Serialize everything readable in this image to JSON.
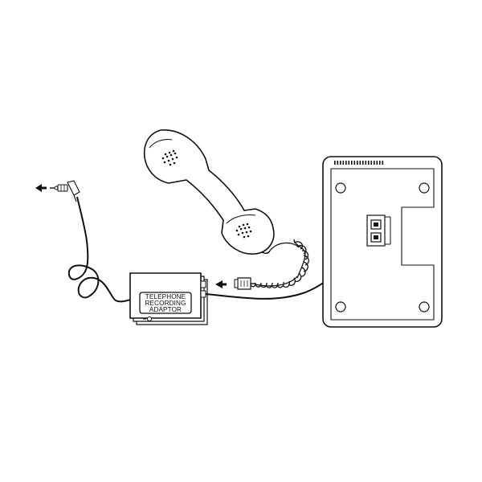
{
  "adaptor": {
    "label_lines": [
      "TELEPHONE",
      "RECORDING",
      "ADAPTOR"
    ]
  },
  "colors": {
    "ink": "#111111",
    "paper": "#ffffff"
  },
  "icons": {
    "arrows": "left-arrow-icon, up-right-arrow-icon"
  }
}
